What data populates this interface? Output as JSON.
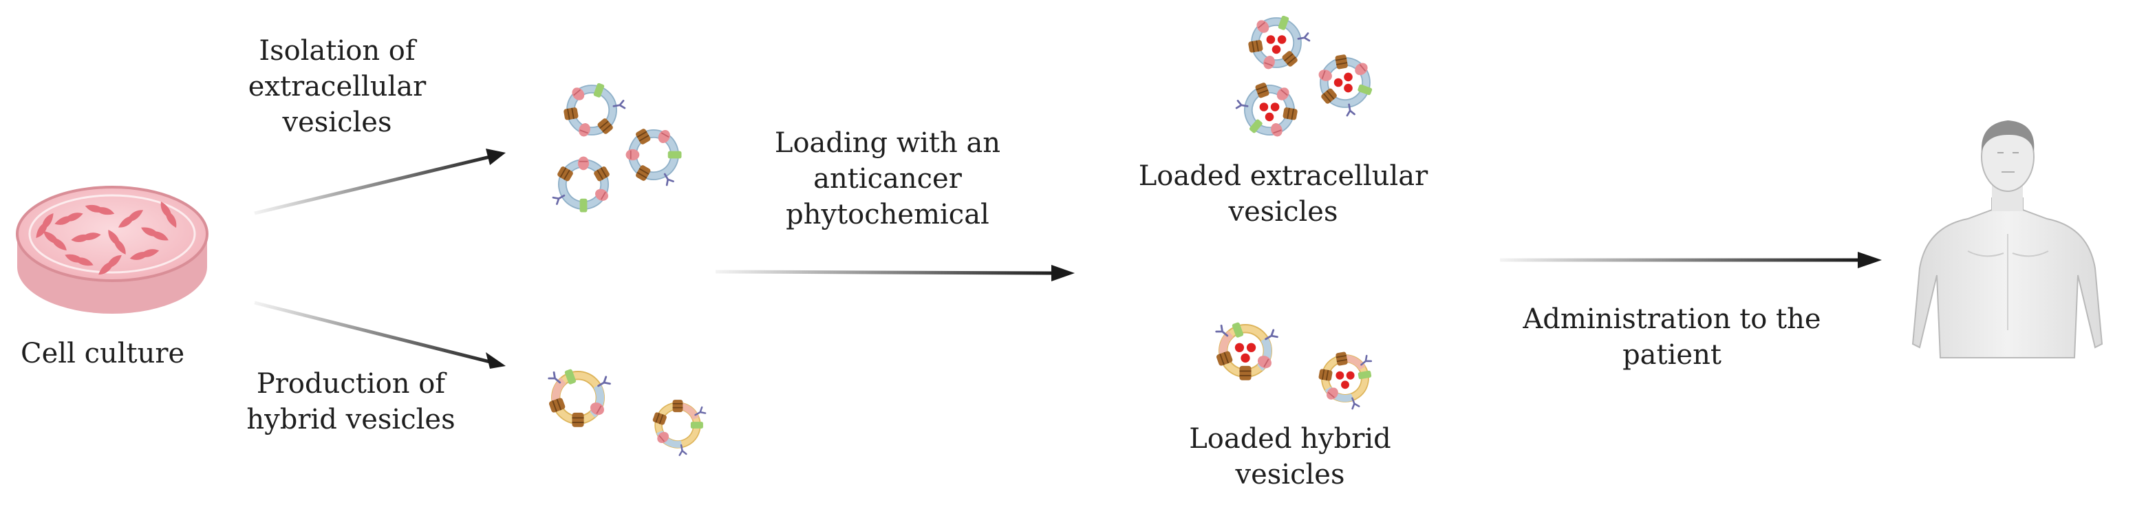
{
  "labels": {
    "cell_culture": [
      "Cell culture"
    ],
    "isolation": [
      "Isolation of",
      "extracellular",
      "vesicles"
    ],
    "production": [
      "Production of",
      "hybrid vesicles"
    ],
    "loading": [
      "Loading with an",
      "anticancer",
      "phytochemical"
    ],
    "loaded_ev": [
      "Loaded extracellular",
      "vesicles"
    ],
    "loaded_hybrid": [
      "Loaded hybrid",
      "vesicles"
    ],
    "administration": [
      "Administration to the",
      "patient"
    ]
  },
  "colors": {
    "text": "#1e1e1e",
    "arrow": "#1a1a1a",
    "dish_fill": "#f7c6cc",
    "dish_rim": "#d98e97",
    "cells": "#e4707c",
    "vesicle_ring_ev": "#b8cfe0",
    "vesicle_ring_hybrid": "#f2d491",
    "cargo": "#e02020",
    "protein_brown": "#a86a2c",
    "protein_pink": "#e88f96",
    "protein_green": "#9ccf6e",
    "receptor": "#6a6aa8",
    "body_skin": "#e9e9e9",
    "body_outline": "#b9b9b9",
    "hair": "#8f8f8f"
  },
  "icons": [
    "petri-dish-icon",
    "vesicle-icon",
    "loaded-vesicle-icon",
    "hybrid-vesicle-icon",
    "patient-body-icon"
  ]
}
